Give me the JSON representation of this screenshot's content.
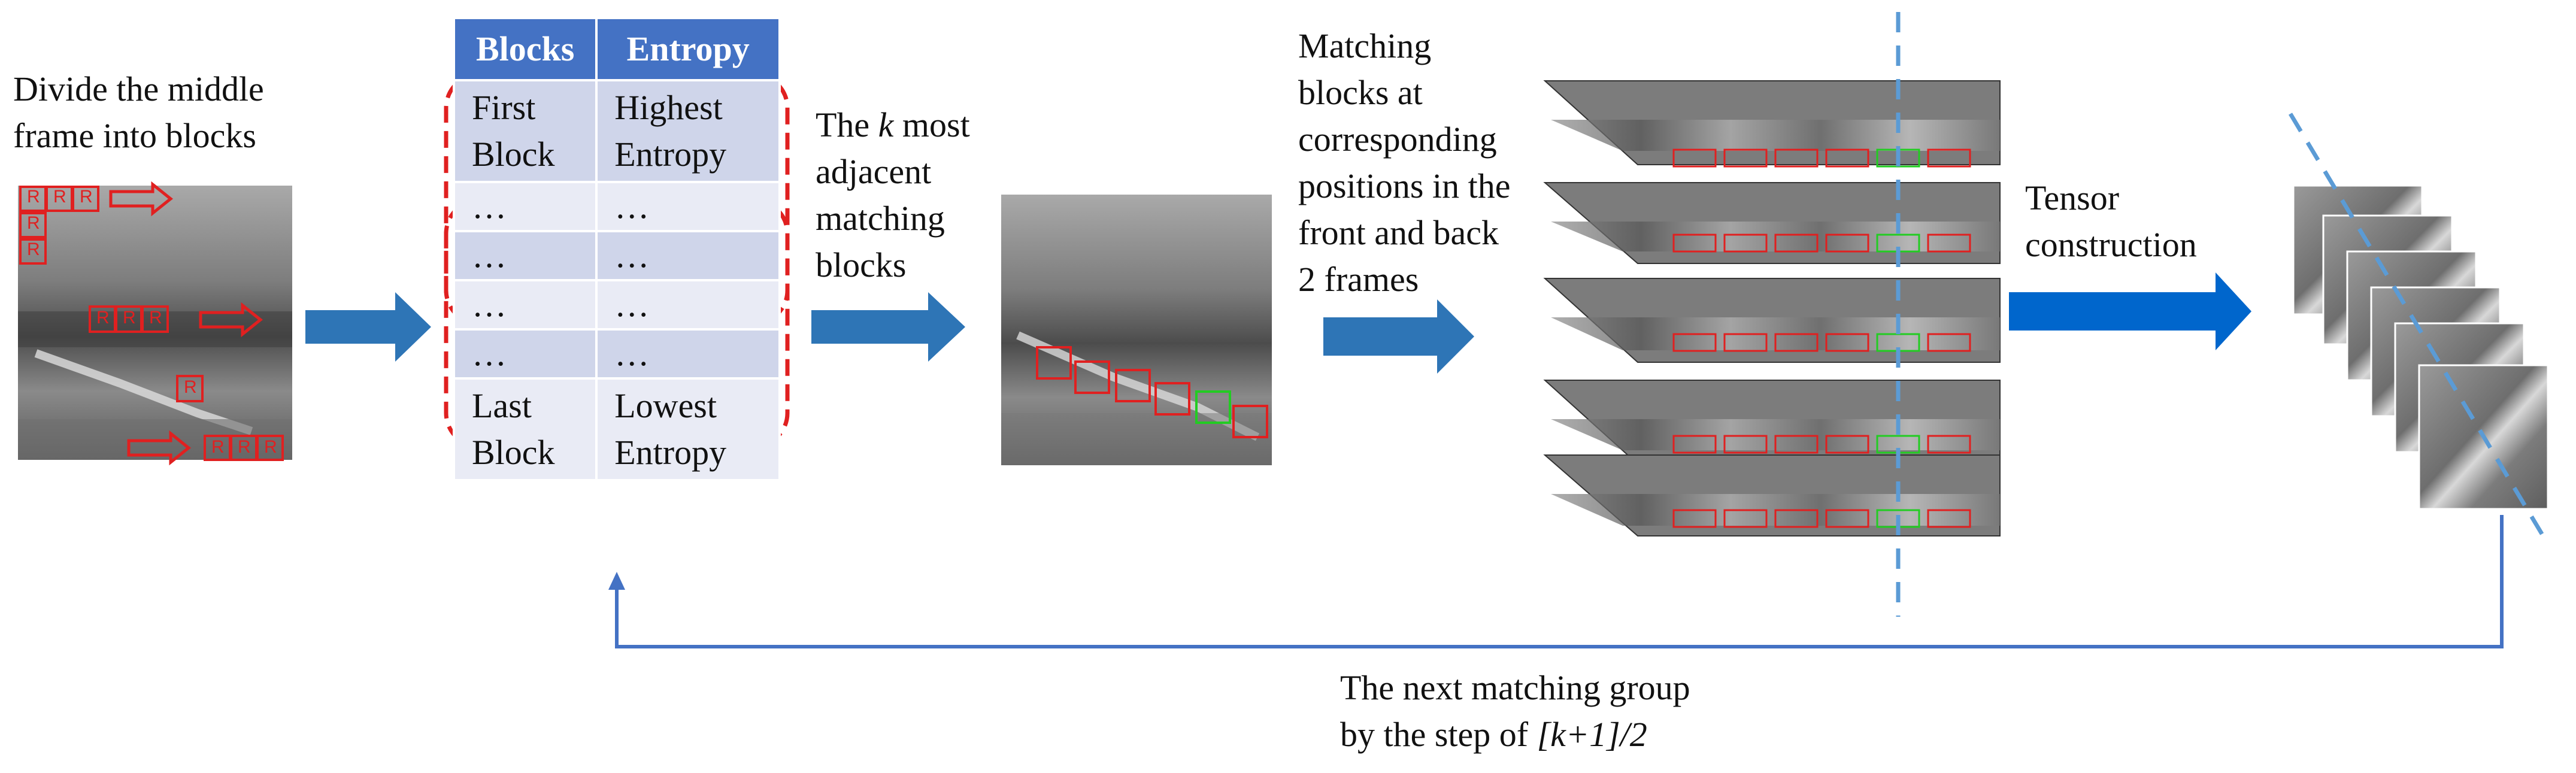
{
  "left_label": [
    "Divide the middle",
    "frame into blocks"
  ],
  "block_marker": "R",
  "table": {
    "headers": [
      "Blocks",
      "Entropy"
    ],
    "rows": [
      [
        "First\nBlock",
        "Highest\nEntropy"
      ],
      [
        "…",
        "…"
      ],
      [
        "…",
        "…"
      ],
      [
        "…",
        "…"
      ],
      [
        "…",
        "…"
      ],
      [
        "Last\nBlock",
        "Lowest\nEntropy"
      ]
    ]
  },
  "k_label": {
    "line1_pre": "The ",
    "line1_k": "k",
    "line1_post": " most",
    "line2": "adjacent",
    "line3": "matching",
    "line4": "blocks"
  },
  "matching_label": [
    "Matching",
    "blocks at",
    "corresponding",
    "positions in the",
    "front and back",
    "2 frames"
  ],
  "tensor_label": [
    "Tensor",
    "construction"
  ],
  "bottom_label": {
    "line1": "The next matching group",
    "line2_pre": "by the step of ",
    "line2_formula": "[k+1]/2"
  },
  "colors": {
    "arrow": "#2e75b6",
    "table_header": "#4472c4",
    "table_dark": "#cfd5ea",
    "table_light": "#e9ebf5",
    "red_box": "#e02020",
    "green_box": "#22cc22",
    "dashed_line": "#5b9bd5",
    "loop_line": "#4472c4"
  }
}
